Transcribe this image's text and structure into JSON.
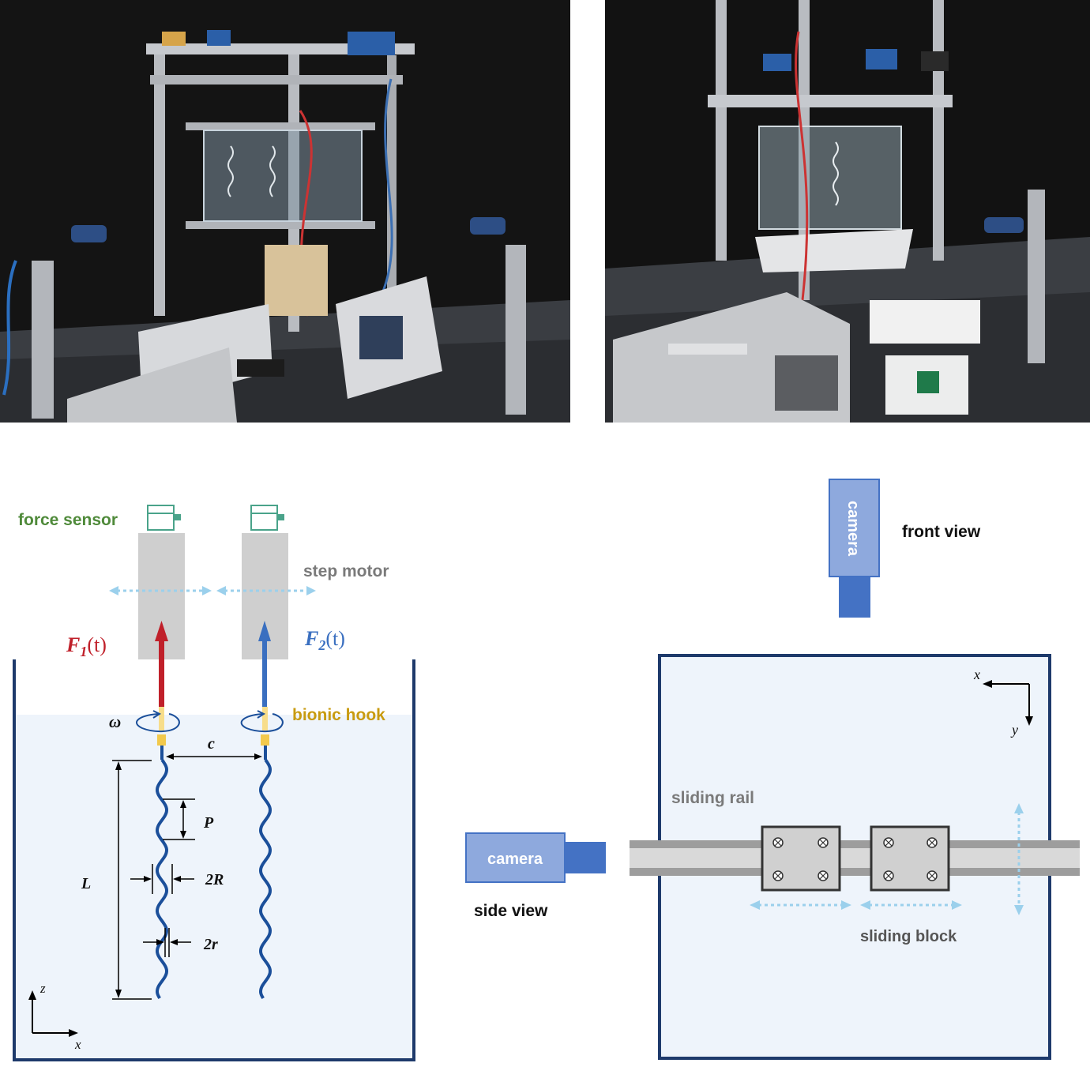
{
  "left": {
    "force_sensor": "force sensor",
    "step_motor": "step motor",
    "f1_main": "F",
    "f1_sub": "1",
    "f1_arg": "(t)",
    "f2_main": "F",
    "f2_sub": "2",
    "f2_arg": "(t)",
    "omega": "ω",
    "bionic_hook": "bionic hook",
    "c": "c",
    "P": "P",
    "L": "L",
    "two_R": "2R",
    "two_r": "2r",
    "axis_z": "z",
    "axis_x": "x"
  },
  "right": {
    "camera_top": "camera",
    "front_view": "front view",
    "camera_side": "camera",
    "side_view": "side view",
    "sliding_rail": "sliding rail",
    "sliding_block": "sliding block",
    "axis_x": "x",
    "axis_y": "y"
  },
  "colors": {
    "tank_border": "#1e3a6b",
    "water": "#eef4fb",
    "red_arrow": "#c0202a",
    "blue_arrow": "#3a6fc0",
    "helix": "#1b4f9a",
    "hook": "#f2c94c",
    "green_label": "#4f8a3a",
    "gold_label": "#c89b10",
    "grey_label": "#7a7a7a",
    "motor_grey": "#cfcfcf",
    "dotted_arrow": "#9bd0ec",
    "camera_light": "#8ea9dd",
    "camera_dark": "#4472c4"
  }
}
